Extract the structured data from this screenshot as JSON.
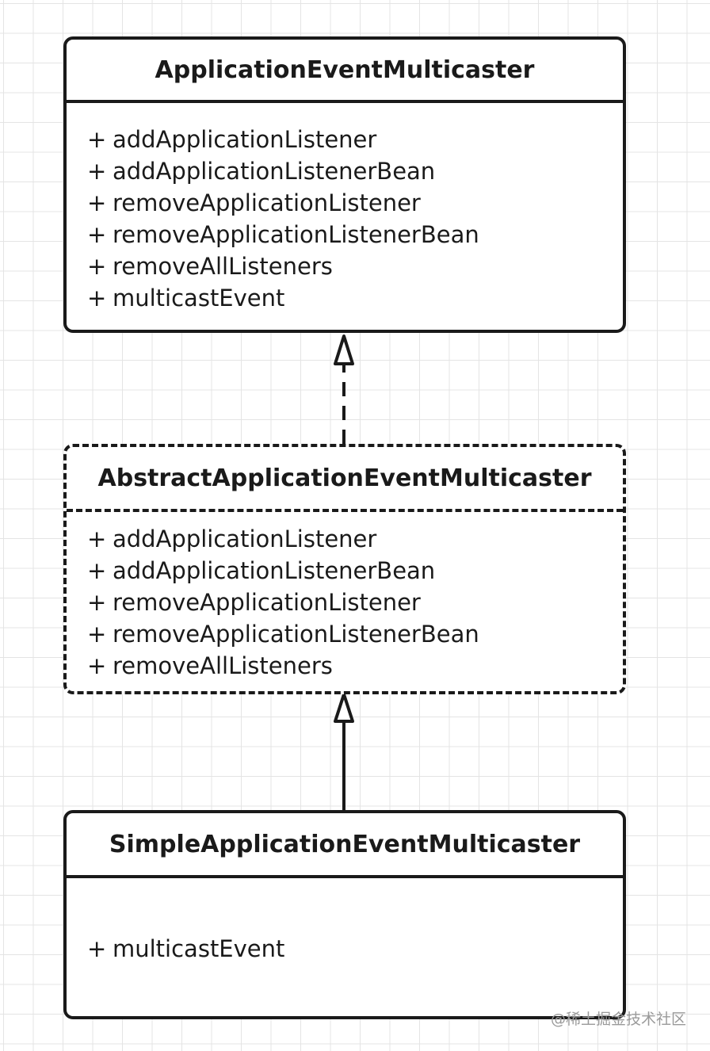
{
  "classes": [
    {
      "name": "ApplicationEventMulticaster",
      "style": "solid",
      "methods": [
        {
          "visibility": "+",
          "name": "addApplicationListener"
        },
        {
          "visibility": "+",
          "name": "addApplicationListenerBean"
        },
        {
          "visibility": "+",
          "name": "removeApplicationListener"
        },
        {
          "visibility": "+",
          "name": "removeApplicationListenerBean"
        },
        {
          "visibility": "+",
          "name": "removeAllListeners"
        },
        {
          "visibility": "+",
          "name": "multicastEvent"
        }
      ]
    },
    {
      "name": "AbstractApplicationEventMulticaster",
      "style": "dashed",
      "methods": [
        {
          "visibility": "+",
          "name": "addApplicationListener"
        },
        {
          "visibility": "+",
          "name": "addApplicationListenerBean"
        },
        {
          "visibility": "+",
          "name": "removeApplicationListener"
        },
        {
          "visibility": "+",
          "name": "removeApplicationListenerBean"
        },
        {
          "visibility": "+",
          "name": "removeAllListeners"
        }
      ]
    },
    {
      "name": "SimpleApplicationEventMulticaster",
      "style": "solid",
      "methods": [
        {
          "visibility": "+",
          "name": "multicastEvent"
        }
      ]
    }
  ],
  "relations": [
    {
      "from": "AbstractApplicationEventMulticaster",
      "to": "ApplicationEventMulticaster",
      "type": "realization",
      "line": "dashed"
    },
    {
      "from": "SimpleApplicationEventMulticaster",
      "to": "AbstractApplicationEventMulticaster",
      "type": "generalization",
      "line": "solid"
    }
  ],
  "watermark": "@稀土掘金技术社区",
  "colors": {
    "stroke": "#1a1a1a",
    "grid": "#e4e4e4",
    "watermark": "#9a9a9a"
  }
}
